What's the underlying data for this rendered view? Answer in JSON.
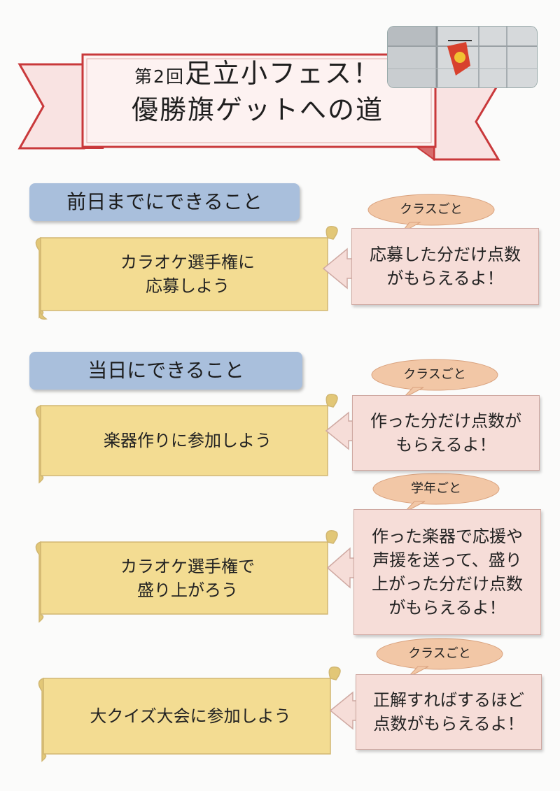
{
  "title": {
    "prefix": "第",
    "number": "2",
    "kai": "回",
    "line1_rest": "足立小フェス！",
    "line2": "優勝旗ゲットへの道"
  },
  "sections": [
    {
      "label": "前日までにできること"
    },
    {
      "label": "当日にできること"
    }
  ],
  "items": [
    {
      "task": "カラオケ選手権に\n応募しよう",
      "bubble": "クラスごと",
      "result": "応募した分だけ点数\nがもらえるよ！"
    },
    {
      "task": "楽器作りに参加しよう",
      "bubble": "クラスごと",
      "result": "作った分だけ点数が\nもらえるよ！"
    },
    {
      "task": "カラオケ選手権で\n盛り上がろう",
      "bubble": "学年ごと",
      "result": "作った楽器で応援や\n声援を送って、盛り\n上がった分だけ点数\nがもらえるよ！"
    },
    {
      "task": "大クイズ大会に参加しよう",
      "bubble": "クラスごと",
      "result": "正解すればするほど\n点数がもらえるよ！"
    }
  ],
  "colors": {
    "ribbon_fill": "#fbeceb",
    "ribbon_stroke": "#c9393b",
    "section_bg": "#a9bfdc",
    "scroll_fill": "#f3dc92",
    "pink_box": "#f6ddd8",
    "bubble_fill": "#f2c7a6",
    "arrow_fill": "#f6ddd8"
  }
}
